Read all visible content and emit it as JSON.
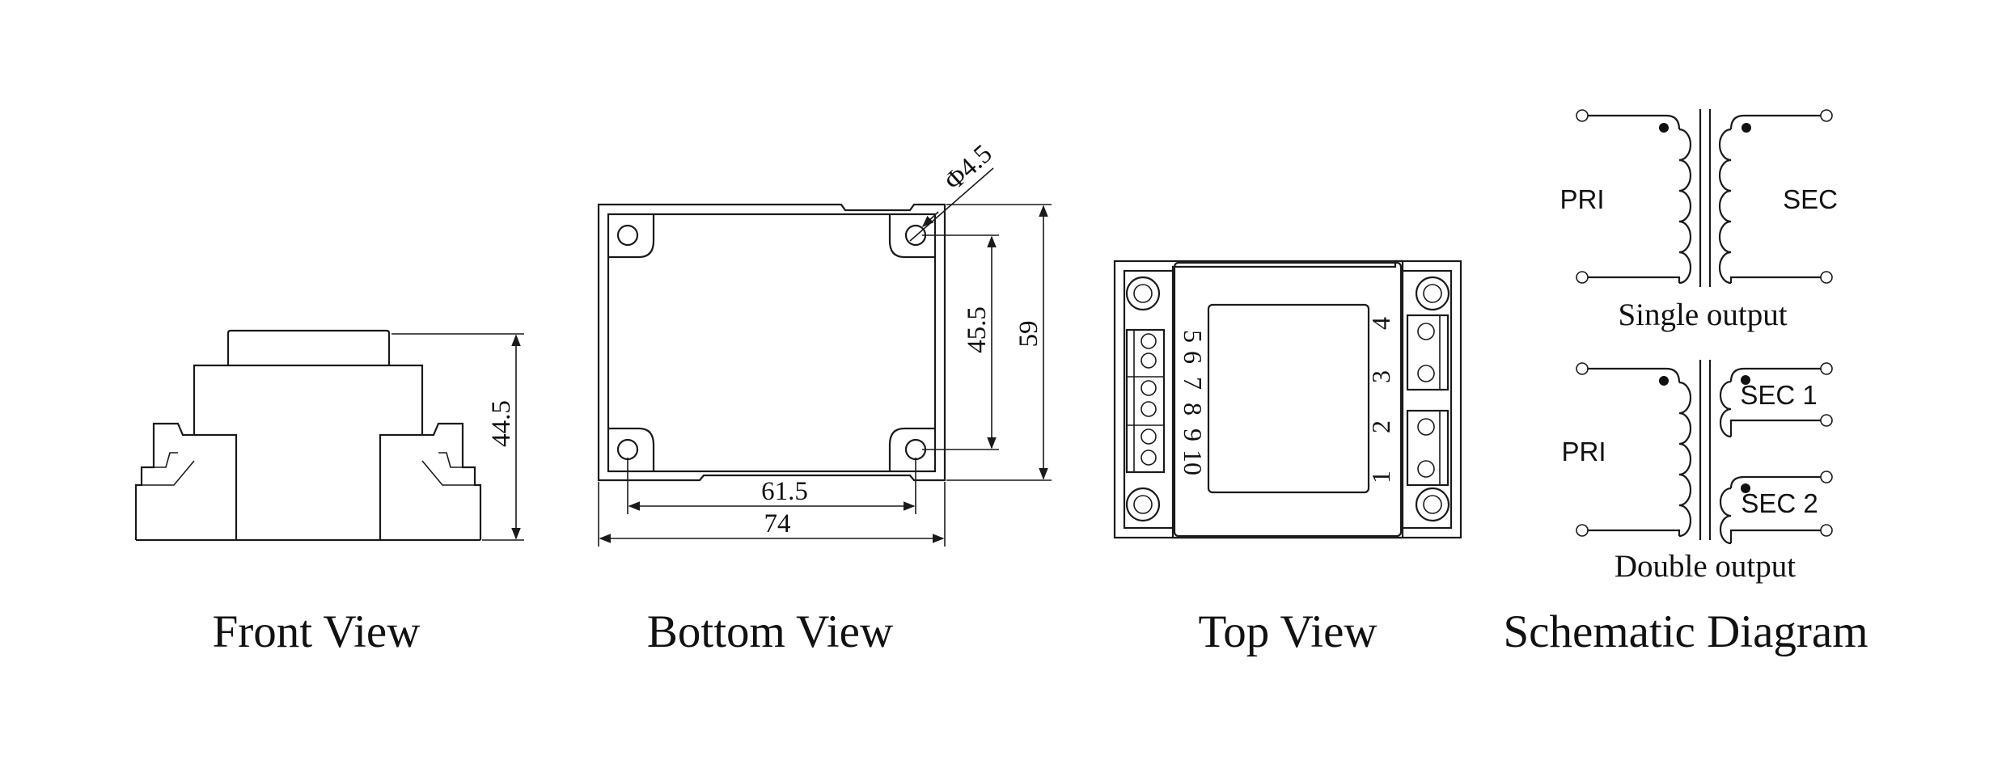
{
  "captions": {
    "front": "Front View",
    "bottom": "Bottom View",
    "top": "Top View",
    "schematic": "Schematic Diagram"
  },
  "dimensions": {
    "front_height": "44.5",
    "hole_diameter": "Φ4.5",
    "hole_vertical_spacing": "45.5",
    "total_height": "59",
    "hole_horizontal_spacing": "61.5",
    "total_width": "74"
  },
  "top_view": {
    "left_pins": [
      "5",
      "6",
      "7",
      "8",
      "9",
      "10"
    ],
    "right_pins": [
      "4",
      "3",
      "2",
      "1"
    ]
  },
  "schematic": {
    "single": {
      "primary": "PRI",
      "secondary": "SEC",
      "caption": "Single output"
    },
    "double": {
      "primary": "PRI",
      "secondary_1": "SEC 1",
      "secondary_2": "SEC 2",
      "caption": "Double output"
    }
  }
}
